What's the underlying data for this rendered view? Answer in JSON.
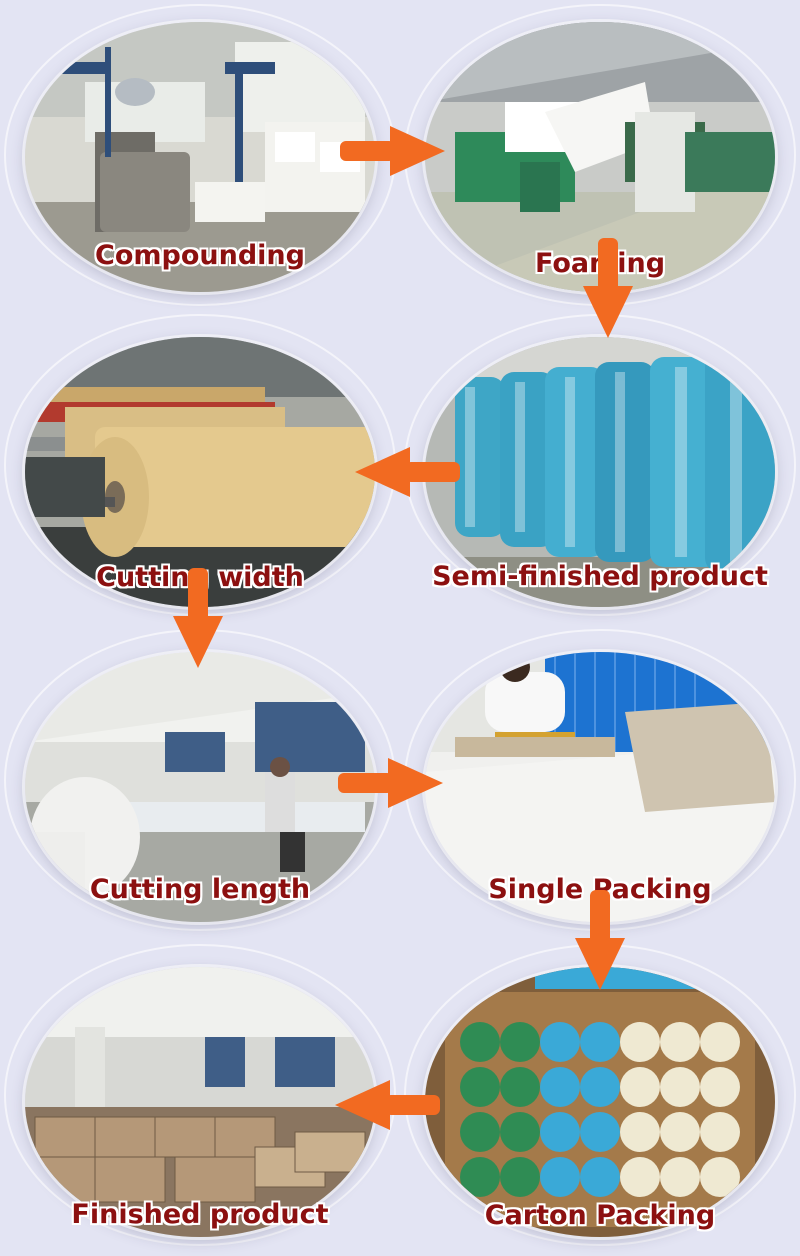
{
  "process": {
    "steps": [
      {
        "id": "compounding",
        "label": "Compounding"
      },
      {
        "id": "foaming",
        "label": "Foaming"
      },
      {
        "id": "semi_finished",
        "label": "Semi-finished product"
      },
      {
        "id": "cutting_width",
        "label": "Cutting width"
      },
      {
        "id": "cutting_length",
        "label": "Cutting length"
      },
      {
        "id": "single_packing",
        "label": "Single Packing"
      },
      {
        "id": "carton_packing",
        "label": "Carton Packing"
      },
      {
        "id": "finished",
        "label": "Finished product"
      }
    ],
    "arrow_color": "#f26a21",
    "label_color": "#8c1010"
  }
}
